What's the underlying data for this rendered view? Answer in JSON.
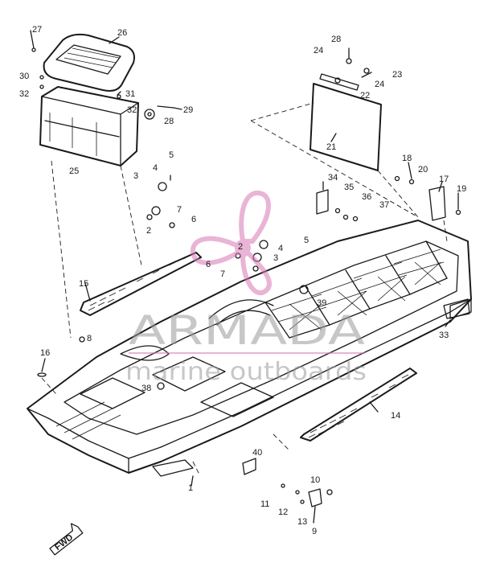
{
  "watermark": {
    "brand": "ARMADA",
    "tagline": "marine outboards",
    "logo": "propeller-logo",
    "color": "#d877b4"
  },
  "callouts": [
    "1",
    "2",
    "2",
    "3",
    "3",
    "4",
    "4",
    "5",
    "5",
    "6",
    "6",
    "7",
    "7",
    "8",
    "9",
    "10",
    "11",
    "12",
    "13",
    "14",
    "15",
    "16",
    "17",
    "18",
    "19",
    "20",
    "21",
    "22",
    "23",
    "24",
    "24",
    "25",
    "26",
    "27",
    "28",
    "28",
    "29",
    "30",
    "31",
    "32",
    "32",
    "33",
    "34",
    "35",
    "36",
    "37",
    "38",
    "39",
    "40"
  ],
  "direction_marker": "FWD"
}
